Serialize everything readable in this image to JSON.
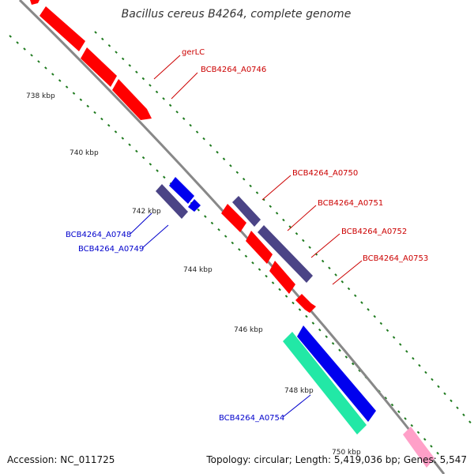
{
  "title": "Bacillus cereus B4264, complete genome",
  "accession": "Accession: NC_011725",
  "summary": "Topology: circular; Length: 5,419,036 bp; Genes: 5,547",
  "colors": {
    "forward_gene": "#ff0000",
    "reverse_gene": "#0000ee",
    "forward_operon": "#4b4486",
    "reverse_operon": "#22e8a6",
    "other_gene": "#ffa0c8",
    "backbone": "#888888",
    "tick": "#1e7a1e",
    "forward_label": "#cc0000",
    "reverse_label": "#0000cc"
  },
  "ticks": [
    "738 kbp",
    "740 kbp",
    "742 kbp",
    "744 kbp",
    "746 kbp",
    "748 kbp",
    "750 kbp"
  ],
  "gene_labels": [
    {
      "text": "gerLC",
      "strand": "forward"
    },
    {
      "text": "BCB4264_A0746",
      "strand": "forward"
    },
    {
      "text": "BCB4264_A0750",
      "strand": "forward"
    },
    {
      "text": "BCB4264_A0751",
      "strand": "forward"
    },
    {
      "text": "BCB4264_A0752",
      "strand": "forward"
    },
    {
      "text": "BCB4264_A0753",
      "strand": "forward"
    },
    {
      "text": "BCB4264_A0748",
      "strand": "reverse"
    },
    {
      "text": "BCB4264_A0749",
      "strand": "reverse"
    },
    {
      "text": "BCB4264_A0754",
      "strand": "reverse"
    }
  ]
}
